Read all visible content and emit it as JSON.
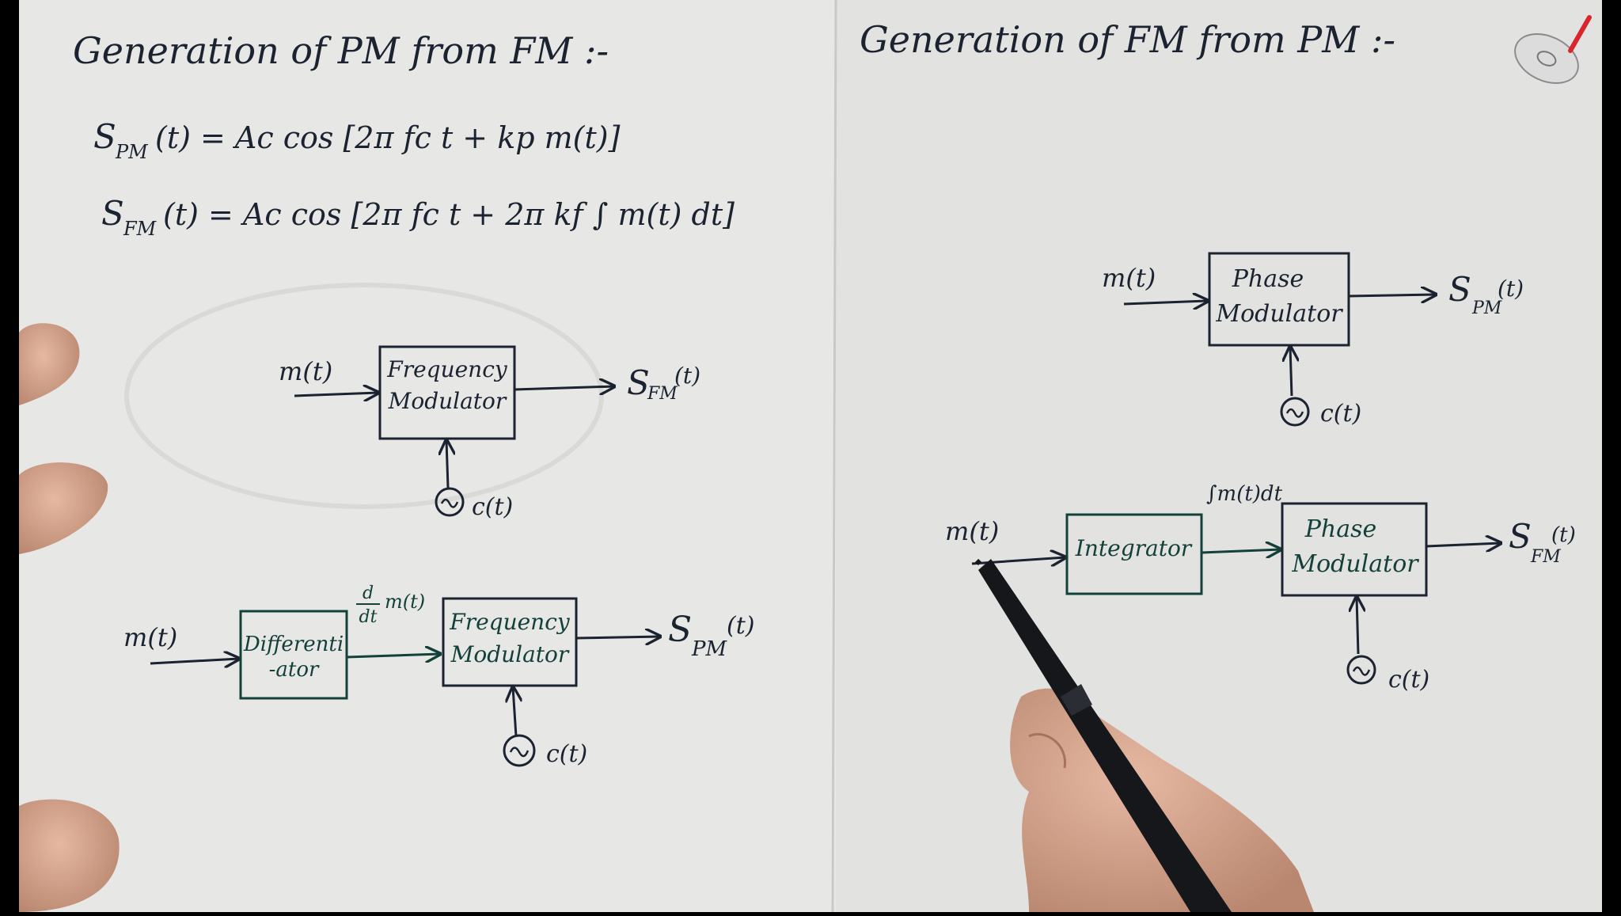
{
  "colors": {
    "paper": "#e7e8e6",
    "ink_black": "#1b2230",
    "ink_green": "#14403a",
    "accent_red": "#d8262c"
  },
  "left": {
    "title": "Generation of PM from FM :-",
    "eq_pm": {
      "lhs": "S",
      "sub": "PM",
      "rhs": "(t)  =  Ac cos [2π fc t + kp m(t)]"
    },
    "eq_fm": {
      "lhs": "S",
      "sub": "FM",
      "rhs": "(t)  =  Ac cos [2π fc t + 2π kf ∫ m(t) dt]"
    },
    "diagram1": {
      "input": "m(t)",
      "block_line1": "Frequency",
      "block_line2": "Modulator",
      "output": "S",
      "output_sub": "FM",
      "output_sup": "(t)",
      "carrier": "c(t)"
    },
    "diagram2": {
      "input": "m(t)",
      "diff_line1": "Differenti",
      "diff_line2": "-ator",
      "intermediate_num": "d",
      "intermediate_den": "dt",
      "intermediate_sig": "m(t)",
      "block_line1": "Frequency",
      "block_line2": "Modulator",
      "output": "S",
      "output_sub": "PM",
      "output_sup": "(t)",
      "carrier": "c(t)"
    }
  },
  "right": {
    "title": "Generation of FM from PM :-",
    "diagram1": {
      "input": "m(t)",
      "block_line1": "Phase",
      "block_line2": "Modulator",
      "output": "S",
      "output_sub": "PM",
      "output_sup": "(t)",
      "carrier": "c(t)"
    },
    "diagram2": {
      "input": "m(t)",
      "integrator": "Integrator",
      "intermediate": "∫m(t)dt",
      "block_line1": "Phase",
      "block_line2": "Modulator",
      "output": "S",
      "output_sub": "FM",
      "output_sup": "(t)",
      "carrier": "c(t)"
    }
  }
}
